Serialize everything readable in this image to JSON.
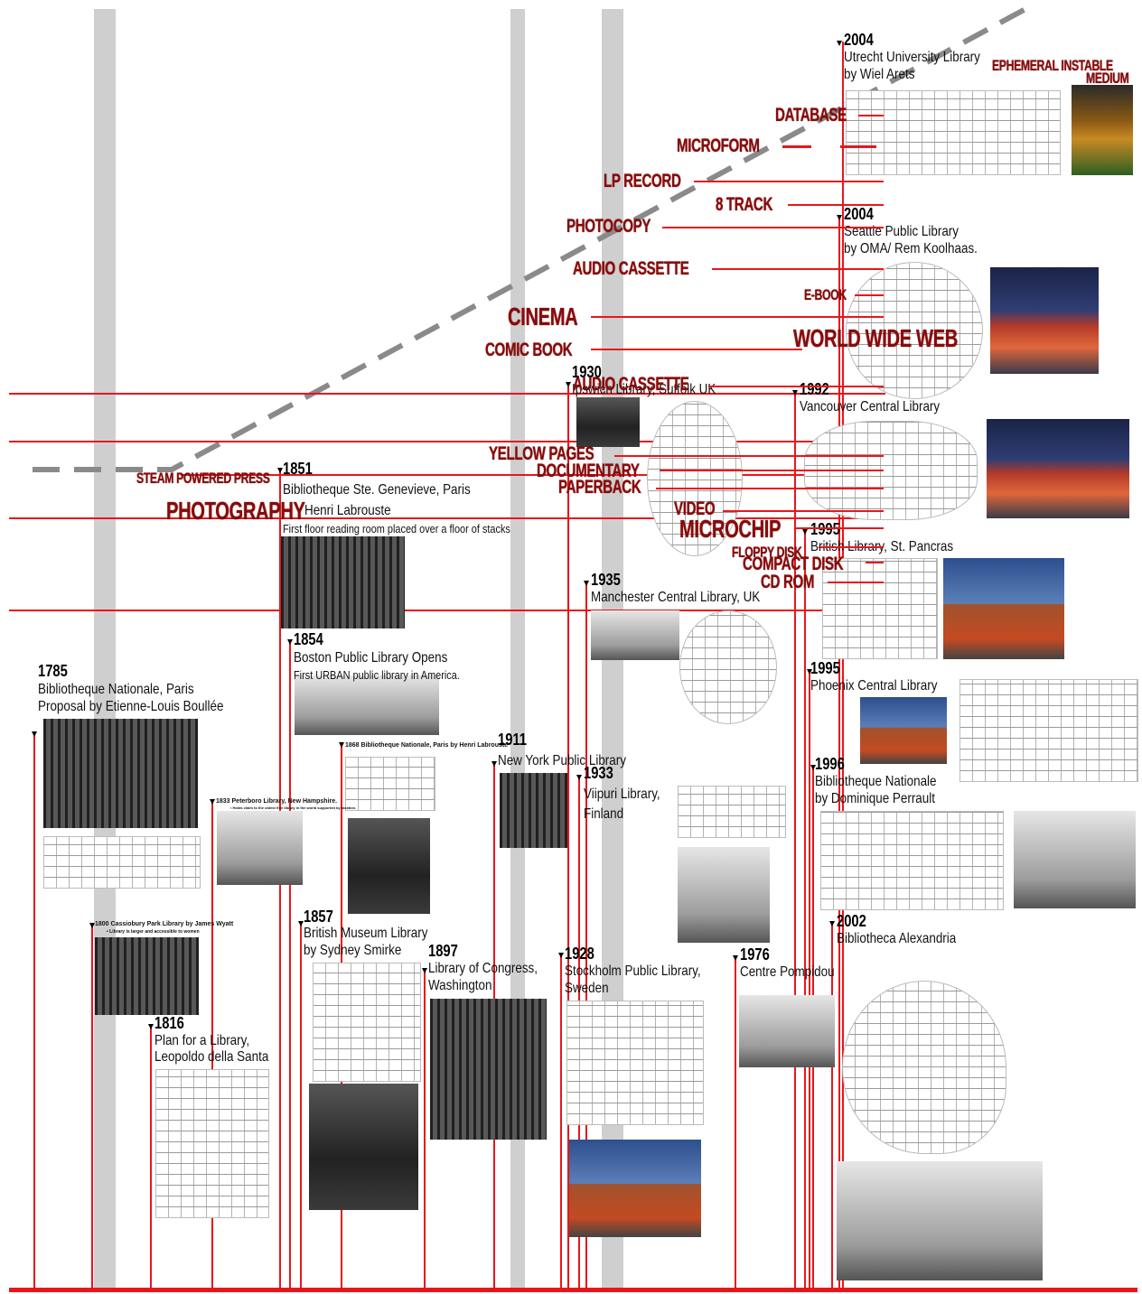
{
  "timeline": {
    "colors": {
      "accent": "#e8161b",
      "media_text": "#8b0a0a",
      "band": "#cfcfcf",
      "dash": "#8a8a8a"
    }
  },
  "libraries": {
    "y1785": {
      "year": "1785",
      "line1": "Bibliotheque Nationale, Paris",
      "line2": "Proposal by Etienne-Louis Boullée"
    },
    "y1800": {
      "text": "1800 Cassiobury Park Library by James Wyatt",
      "note": "• Library is larger and accessible to women"
    },
    "y1816": {
      "year": "1816",
      "line1": "Plan for a Library,",
      "line2": "Leopoldo della Santa"
    },
    "y1833": {
      "text": "1833 Peterboro Library, New Hampshire.",
      "note": "• Holds claim to the oldest free library in the world supported by taxation."
    },
    "y1851": {
      "year": "1851",
      "line1": "Bibliotheque Ste. Genevieve, Paris",
      "line2": "Henri Labrouste",
      "line3": "First floor reading room placed over a floor of stacks"
    },
    "y1854": {
      "year": "1854",
      "line1": "Boston Public Library Opens",
      "line2": "First URBAN public library in America."
    },
    "y1857": {
      "year": "1857",
      "line1": "British Museum Library",
      "line2": "by Sydney Smirke"
    },
    "y1868": {
      "text": "1868 Bibliotheque Nationale, Paris by Henri Labrouste"
    },
    "y1897": {
      "year": "1897",
      "line1": "Library of Congress,",
      "line2": "Washington"
    },
    "y1911": {
      "year": "1911",
      "line1": "New York Public Library"
    },
    "y1928": {
      "year": "1928",
      "line1": "Stockholm Public Library,",
      "line2": "Sweden"
    },
    "y1930": {
      "year": "1930",
      "line1": "Ipswich Library, Suffolk UK"
    },
    "y1933": {
      "year": "1933",
      "line1": "Viipuri Library,",
      "line2": "Finland"
    },
    "y1935": {
      "year": "1935",
      "line1": "Manchester Central Library, UK"
    },
    "y1976": {
      "year": "1976",
      "line1": "Centre Pompidou"
    },
    "y1992": {
      "year": "1992",
      "line1": "Vancouver Central Library"
    },
    "y1995a": {
      "year": "1995",
      "line1": "British Library, St. Pancras"
    },
    "y1995b": {
      "year": "1995",
      "line1": "Phoenix Central Library"
    },
    "y1996": {
      "year": "1996",
      "line1": "Bibliotheque Nationale",
      "line2": "by Dominique Perrault"
    },
    "y2002": {
      "year": "2002",
      "line1": "Bibliotheca Alexandria"
    },
    "y2004a": {
      "year": "2004",
      "line1": "Seattle Public Library",
      "line2": "by OMA/ Rem Koolhaas."
    },
    "y2004b": {
      "year": "2004",
      "line1": "Utrecht University Library",
      "line2": "by Wiel Arets"
    }
  },
  "media": {
    "ephemeral": [
      "EPHEMERAL INSTABLE",
      "MEDIUM"
    ],
    "database": "DATABASE",
    "microform": "MICROFORM",
    "lp_record": "LP RECORD",
    "eight_track": "8 TRACK",
    "photocopy": "PHOTOCOPY",
    "audio_cassette_1": "AUDIO CASSETTE",
    "ebook": "E-BOOK",
    "cinema": "CINEMA",
    "world_wide_web": "WORLD WIDE WEB",
    "comic_book": "COMIC BOOK",
    "audio_cassette_2": "AUDIO CASSETTE",
    "yellow_pages": "YELLOW PAGES",
    "documentary": "DOCUMENTARY",
    "paperback": "PAPERBACK",
    "steam_press": "STEAM POWERED PRESS",
    "photography": "PHOTOGRAPHY",
    "video": "VIDEO",
    "microchip": "MICROCHIP",
    "floppy_disk": "FLOPPY DISK",
    "compact_disk": "COMPACT DISK",
    "cd_rom": "CD ROM"
  }
}
